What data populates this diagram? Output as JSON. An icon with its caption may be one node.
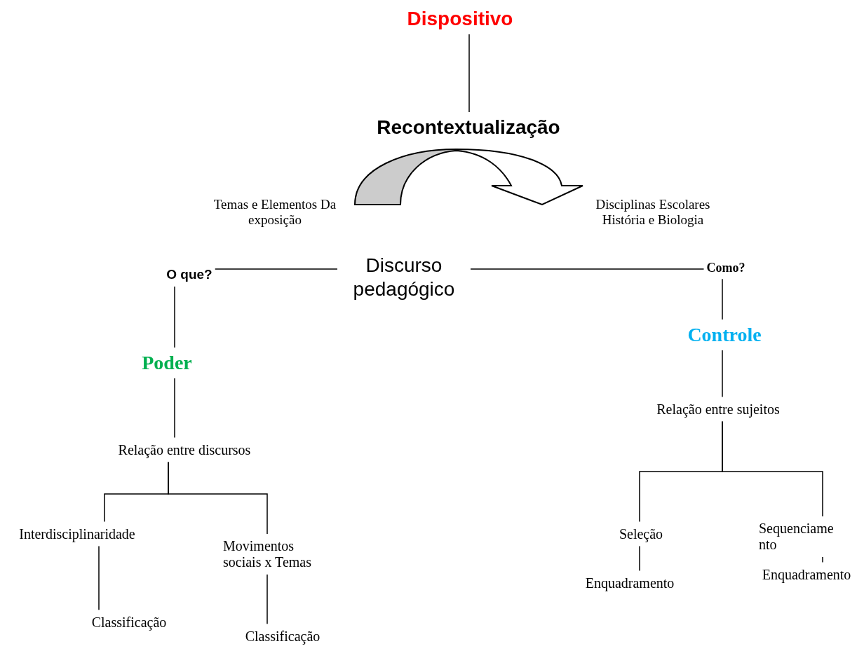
{
  "diagram": {
    "nodes": [
      {
        "text": [
          "Dispositivo"
        ]
      },
      {
        "text": [
          "Recontextualização"
        ]
      },
      {
        "text": [
          "Temas e Elementos Da exposição"
        ]
      },
      {
        "text": [
          "Disciplinas Escolares História e Biologia"
        ]
      },
      {
        "text": [
          "Discurso pedagógico"
        ]
      },
      {
        "text": [
          "O que?"
        ]
      },
      {
        "text": [
          "Como?"
        ]
      },
      {
        "text": [
          "Poder"
        ]
      },
      {
        "text": [
          "Controle"
        ]
      },
      {
        "text": [
          "Relação entre discursos"
        ]
      },
      {
        "text": [
          "Relação entre sujeitos"
        ]
      },
      {
        "text": [
          "Interdisciplinaridade"
        ]
      },
      {
        "text": [
          "Movimentos sociais x Temas"
        ]
      },
      {
        "text": [
          "Classificação"
        ]
      },
      {
        "text": [
          "Classificação"
        ]
      },
      {
        "text": [
          "Seleção"
        ]
      },
      {
        "text": [
          "Sequenciamento"
        ]
      },
      {
        "text": [
          "Enquadramento"
        ]
      },
      {
        "text": [
          "Enquadramento"
        ]
      }
    ],
    "edges": [
      {
        "from": 0,
        "to": 1,
        "arrow": "none"
      },
      {
        "from": 2,
        "to": 3,
        "arrow": "to",
        "style": "thick"
      },
      {
        "from": 4,
        "to": 5,
        "arrow": "none"
      },
      {
        "from": 4,
        "to": 6,
        "arrow": "none"
      },
      {
        "from": 5,
        "to": 7,
        "arrow": "none"
      },
      {
        "from": 7,
        "to": 9,
        "arrow": "none"
      },
      {
        "from": 6,
        "to": 8,
        "arrow": "none"
      },
      {
        "from": 8,
        "to": 10,
        "arrow": "none"
      },
      {
        "from": 9,
        "to": 11,
        "arrow": "none"
      },
      {
        "from": 9,
        "to": 12,
        "arrow": "none"
      },
      {
        "from": 11,
        "to": 13,
        "arrow": "none"
      },
      {
        "from": 12,
        "to": 14,
        "arrow": "none"
      },
      {
        "from": 10,
        "to": 15,
        "arrow": "none"
      },
      {
        "from": 10,
        "to": 16,
        "arrow": "none"
      },
      {
        "from": 15,
        "to": 17,
        "arrow": "none"
      },
      {
        "from": 16,
        "to": 18,
        "arrow": "none"
      }
    ]
  }
}
